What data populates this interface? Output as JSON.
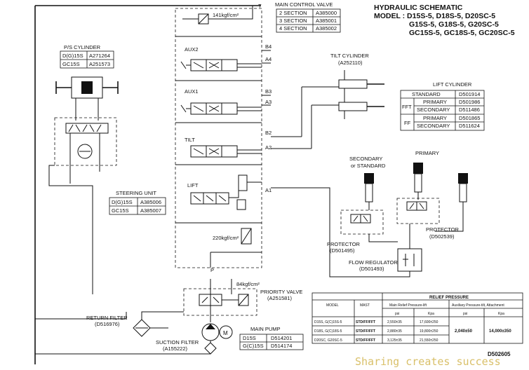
{
  "header": {
    "title": "HYDRAULIC SCHEMATIC",
    "model_line1": "MODEL : D15S-5, D18S-5, D20SC-5",
    "model_line2": "G15S-5, G18S-5, G20SC-5",
    "model_line3": "GC15S-5, GC18S-5, GC20SC-5"
  },
  "main_control_valve": {
    "label": "MAIN CONTROL VALVE",
    "rows": [
      {
        "section": "2 SECTION",
        "part": "A385000"
      },
      {
        "section": "3 SECTION",
        "part": "A385001"
      },
      {
        "section": "4 SECTION",
        "part": "A385002"
      }
    ],
    "relief_pressure": "141kgf/cm²",
    "tank_port": "T",
    "pressure_port": "P",
    "sections": [
      "AUX2",
      "AUX1",
      "TILT",
      "LIFT"
    ],
    "ports": [
      "B4",
      "A4",
      "B3",
      "A3",
      "B2",
      "A2",
      "A1"
    ],
    "lift_relief": "220kgf/cm²"
  },
  "ps_cylinder": {
    "label": "P/S CYLINDER",
    "rows": [
      {
        "model": "D(G)15S",
        "part": "A271264"
      },
      {
        "model": "GC15S",
        "part": "A251573"
      }
    ]
  },
  "steering_unit": {
    "label": "STEERING UNIT",
    "rows": [
      {
        "model": "D(G)15S",
        "part": "A385006"
      },
      {
        "model": "GC15S",
        "part": "A385007"
      }
    ]
  },
  "tilt_cylinder": {
    "label": "TILT CYLINDER",
    "part": "(A252110)"
  },
  "lift_cylinder": {
    "label": "LIFT CYLINDER",
    "standard": {
      "label": "STANDARD",
      "part": "D501914"
    },
    "groups": [
      {
        "group": "FFT",
        "rows": [
          {
            "label": "PRIMARY",
            "part": "D501986"
          },
          {
            "label": "SECONDARY",
            "part": "D511486"
          }
        ]
      },
      {
        "group": "FF",
        "rows": [
          {
            "label": "PRIMARY",
            "part": "D501865"
          },
          {
            "label": "SECONDARY",
            "part": "D511624"
          }
        ]
      }
    ]
  },
  "secondary_label": "SECONDARY",
  "secondary_label_2": "or STANDARD",
  "primary_label": "PRIMARY",
  "protector_left": {
    "label": "PROTECTOR",
    "part": "(D501495)"
  },
  "protector_right": {
    "label": "PROTECTOR",
    "part": "(D502539)"
  },
  "flow_regulator": {
    "label": "FLOW REGULATOR",
    "part": "(D501493)"
  },
  "priority_valve": {
    "label": "PRIORITY VALVE",
    "part": "(A251581)",
    "pressure": "84kgf/cm²"
  },
  "return_filter": {
    "label": "RETURN FILTER",
    "part": "(D516976)"
  },
  "suction_filter": {
    "label": "SUCTION FILTER",
    "part": "(A155222)"
  },
  "main_pump": {
    "label": "MAIN PUMP",
    "rows": [
      {
        "model": "D15S",
        "part": "D514201"
      },
      {
        "model": "G(C)15S",
        "part": "D514174"
      }
    ]
  },
  "motor_label": "M",
  "relief_table": {
    "title": "RELIEF PRESSURE",
    "col_model": "MODEL",
    "col_mast": "MAST",
    "col_main": "Main Relief Pressure-lift",
    "col_aux": "Auxiliary Pressure-tilt, Attachment",
    "unit_psi": "psi",
    "unit_kpa": "Kpa",
    "rows": [
      {
        "model": "D15S, G(C)15S-5",
        "mast": "STD/FF/FFT",
        "psi": "2,550±35",
        "kpa": "17,600±250"
      },
      {
        "model": "D18S, G(C)18S-5",
        "mast": "STD/FF/FFT",
        "psi": "2,880±35",
        "kpa": "19,800±250"
      },
      {
        "model": "D20SC, G20SC-5",
        "mast": "STD/FF/FFT",
        "psi": "3,125±35",
        "kpa": "21,550±250"
      }
    ],
    "aux_psi": "2,040±50",
    "aux_kpa": "14,000±350"
  },
  "drawing_number": "D502605",
  "watermark": "Sharing creates success"
}
